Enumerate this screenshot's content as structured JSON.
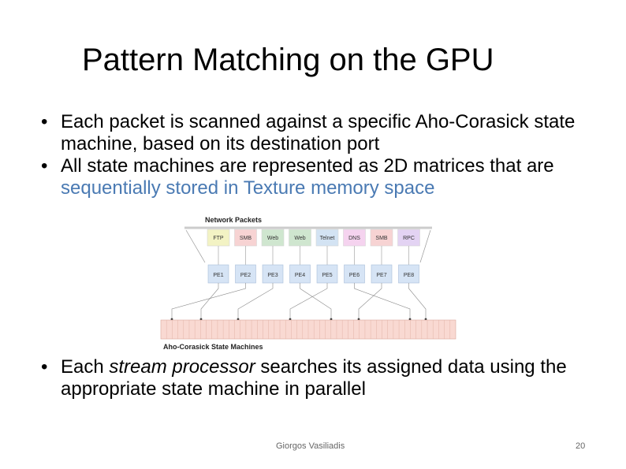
{
  "title": "Pattern Matching on the GPU",
  "bullets": [
    {
      "parts": [
        "Each packet is scanned against a specific Aho-Corasick state machine, based on its destination port"
      ]
    },
    {
      "parts": [
        "All state machines are represented as 2D matrices that are ",
        "sequentially stored in Texture memory space"
      ]
    }
  ],
  "bullets2": [
    {
      "parts": [
        "Each ",
        "stream processor",
        " searches its assigned data using the appropriate state machine in parallel"
      ]
    }
  ],
  "diagram": {
    "top_label": "Network Packets",
    "bottom_label": "Aho-Corasick State Machines",
    "packets": [
      {
        "label": "FTP",
        "color": "#f3f3c4"
      },
      {
        "label": "SMB",
        "color": "#f7d3d3"
      },
      {
        "label": "Web",
        "color": "#cfe6cf"
      },
      {
        "label": "Web",
        "color": "#cfe6cf"
      },
      {
        "label": "Telnet",
        "color": "#d3e3f3"
      },
      {
        "label": "DNS",
        "color": "#f5d3ef"
      },
      {
        "label": "SMB",
        "color": "#f7d3d3"
      },
      {
        "label": "RPC",
        "color": "#e3d3f3"
      }
    ],
    "processors": [
      "PE1",
      "PE2",
      "PE3",
      "PE4",
      "PE5",
      "PE6",
      "PE7",
      "PE8"
    ],
    "pe_color": "#d6e4f5",
    "machine_color": "#f9d9d2",
    "accent_color": "#4a7ab3"
  },
  "footer": {
    "author": "Giorgos Vasiliadis",
    "page": "20"
  }
}
